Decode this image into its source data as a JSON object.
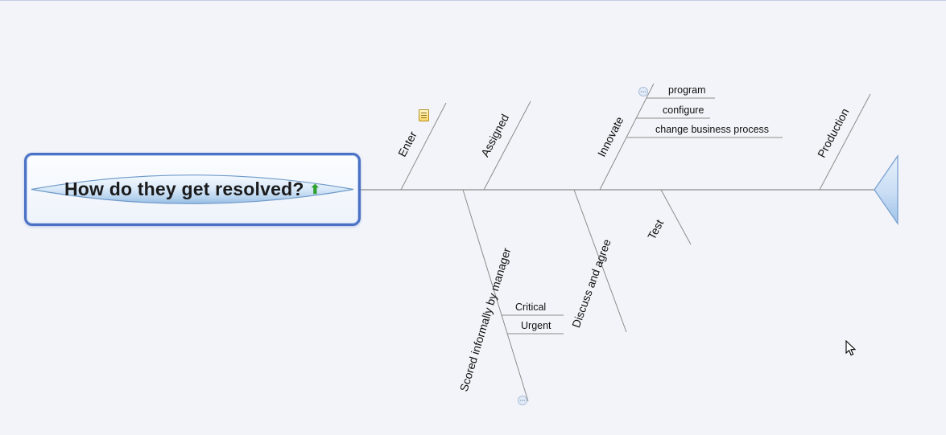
{
  "main_topic": {
    "label": "How do they get resolved?",
    "icon_glyph": "⬆",
    "icon_name": "green-up-arrow"
  },
  "branches": {
    "top": [
      {
        "label": "Enter",
        "has_note": true
      },
      {
        "label": "Assigned"
      },
      {
        "label": "Innovate",
        "children": [
          "program",
          "configure",
          "change business process"
        ]
      },
      {
        "label": "Production"
      }
    ],
    "bottom": [
      {
        "label": "Scored informally by manager",
        "children": [
          "Critical",
          "Urgent"
        ]
      },
      {
        "label": "Discuss and agree"
      },
      {
        "label": "Test"
      }
    ]
  },
  "colors": {
    "selection_border": "#4a71c4",
    "branch_line": "#8c8c8c",
    "node_fill_light": "#f2f8fe",
    "node_fill_dark": "#9dc0e8"
  }
}
